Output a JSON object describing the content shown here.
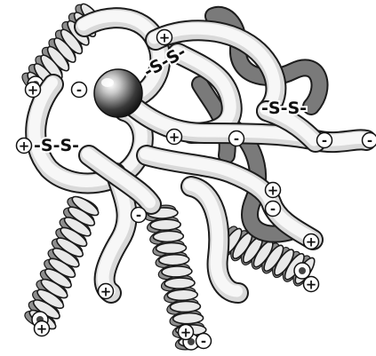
{
  "diagram": {
    "colors": {
      "ribbon_fill": "#f7f7f7",
      "ribbon_outline": "#1c1c1c",
      "ribbon_back": "#7a7a7a",
      "metal_ion": "#3a3a3a"
    },
    "disulfide_bonds": [
      {
        "label": "-S-S-"
      },
      {
        "label": "-S-S-"
      },
      {
        "label": "-S-S-"
      }
    ],
    "charges": [
      {
        "symbol": "+"
      },
      {
        "symbol": "+"
      },
      {
        "symbol": "-"
      },
      {
        "symbol": "+"
      },
      {
        "symbol": "+"
      },
      {
        "symbol": "-"
      },
      {
        "symbol": "-"
      },
      {
        "symbol": "-"
      },
      {
        "symbol": "-"
      },
      {
        "symbol": "+"
      },
      {
        "symbol": "-"
      },
      {
        "symbol": "+"
      },
      {
        "symbol": "+"
      },
      {
        "symbol": "+"
      },
      {
        "symbol": "+"
      },
      {
        "symbol": "+"
      },
      {
        "symbol": "-"
      }
    ],
    "icons": {
      "metal_ion": "sphere-icon",
      "helix": "alpha-helix-icon"
    }
  }
}
